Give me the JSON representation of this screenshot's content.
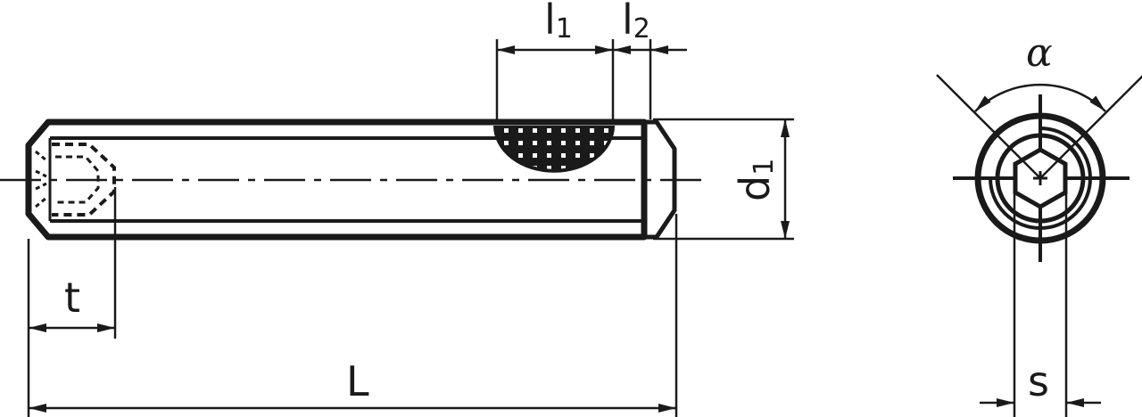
{
  "drawing": {
    "ink_color": "#1a1a1a",
    "pattern_color": "#ffffff",
    "labels": {
      "l1_main": "l",
      "l1_sub": "1",
      "l2_main": "l",
      "l2_sub": "2",
      "d1_main": "d",
      "d1_sub": "1",
      "t": "t",
      "L": "L",
      "s": "s",
      "alpha": "α"
    }
  }
}
